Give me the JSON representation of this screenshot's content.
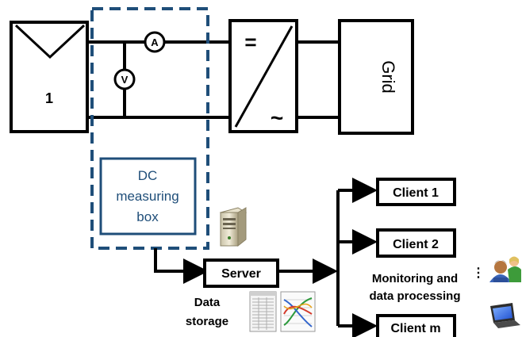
{
  "pv_module": {
    "label": "1"
  },
  "ammeter": {
    "label": "A"
  },
  "voltmeter": {
    "label": "V"
  },
  "inverter": {
    "dc_symbol": "=",
    "ac_symbol": "~"
  },
  "grid": {
    "label": "Grid"
  },
  "dc_box": {
    "line1": "DC",
    "line2": "measuring",
    "line3": "box"
  },
  "server": {
    "label": "Server"
  },
  "data_storage": {
    "line1": "Data",
    "line2": "storage"
  },
  "clients": [
    {
      "label": "Client 1"
    },
    {
      "label": "Client 2"
    },
    {
      "label": "Client m"
    }
  ],
  "monitoring": {
    "line1": "Monitoring and",
    "line2": "data processing",
    "ellipsis": "⋮"
  },
  "colors": {
    "dc_box_border": "#1f4e79",
    "dashed_border": "#1f4e79",
    "line": "#000000"
  },
  "icons": [
    "server-tower-icon",
    "spreadsheet-icon",
    "chart-icon",
    "user-icon",
    "laptop-icon"
  ]
}
